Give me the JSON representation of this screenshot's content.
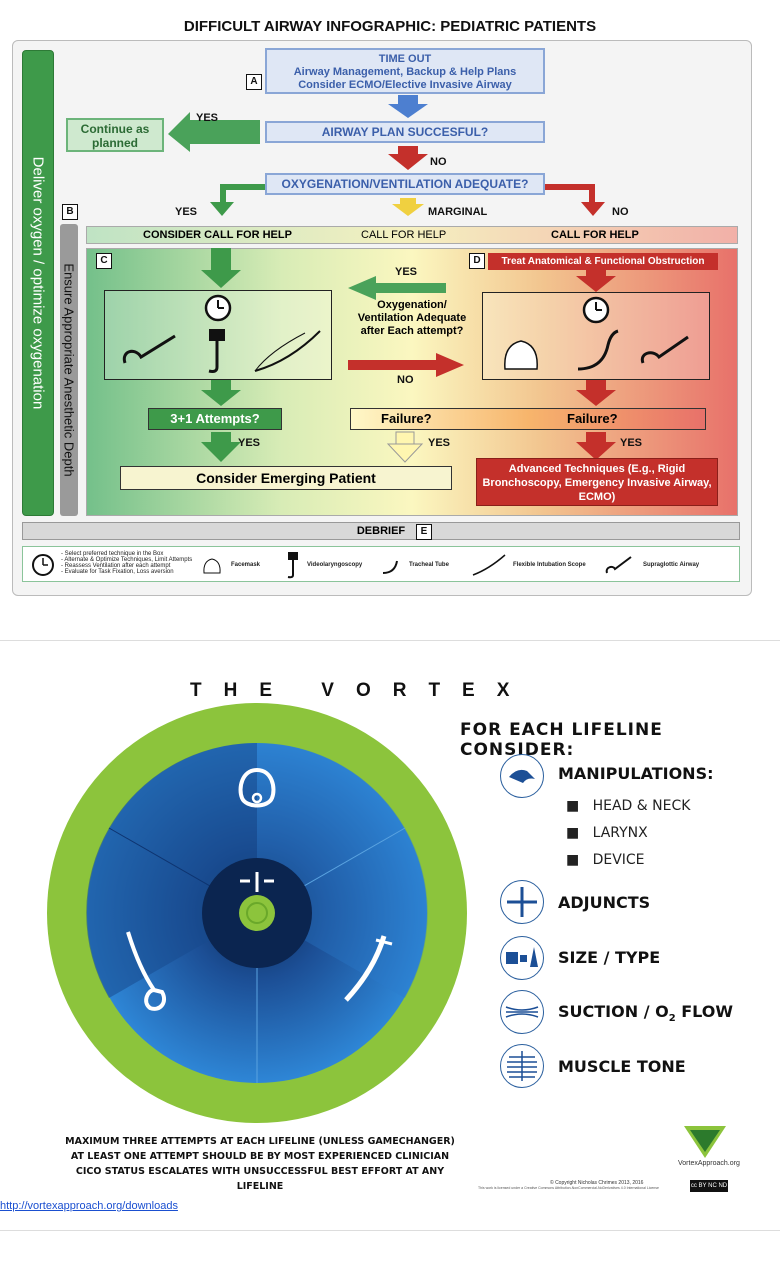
{
  "top": {
    "title": "DIFFICULT AIRWAY INFOGRAPHIC: PEDIATRIC PATIENTS",
    "left_bar": "Deliver oxygen  / optimize oxygenation",
    "depth_bar": "Ensure Appropriate Anesthetic Depth",
    "timeout": {
      "line1": "TIME OUT",
      "line2": "Airway Management, Backup & Help Plans",
      "line3": "Consider ECMO/Elective Invasive Airway"
    },
    "box_a": "A",
    "box_b": "B",
    "box_c": "C",
    "box_d": "D",
    "box_e": "E",
    "yes": "YES",
    "no": "NO",
    "marginal": "MARGINAL",
    "continue": "Continue as planned",
    "plan_success": "AIRWAY PLAN SUCCESFUL?",
    "oxy_adequate": "OXYGENATION/VENTILATION ADEQUATE?",
    "consider_call": "CONSIDER CALL FOR HELP",
    "call_help": "CALL FOR HELP",
    "call_help2": "CALL FOR HELP",
    "treat": "Treat Anatomical & Functional Obstruction",
    "middle_q": "Oxygenation/ Ventilation Adequate after Each attempt?",
    "attempts": "3+1 Attempts?",
    "failure1": "Failure?",
    "failure2": "Failure?",
    "emerging": "Consider Emerging Patient",
    "advanced": "Advanced Techniques (E.g., Rigid Bronchoscopy, Emergency Invasive Airway, ECMO)",
    "debrief": "DEBRIEF",
    "legend": {
      "clock_lines": [
        "- Select preferred technique in the Box",
        "- Alternate & Optimize Techniques, Limit Attempts",
        "- Reassess Ventilation after each attempt",
        "- Evaluate for Task Fixation, Loss aversion"
      ],
      "facemask": "Facemask",
      "video": "Videolaryngoscopy",
      "tracheal": "Tracheal Tube",
      "flexible": "Flexible Intubation Scope",
      "supraglottic": "Supraglottic Airway"
    }
  },
  "vortex": {
    "title": "THE VORTEX",
    "consider": "FOR EACH LIFELINE CONSIDER:",
    "manipulations": "MANIPULATIONS:",
    "sub": [
      "HEAD & NECK",
      "LARYNX",
      "DEVICE"
    ],
    "adjuncts": "ADJUNCTS",
    "size": "SIZE / TYPE",
    "suction": "SUCTION / O",
    "suction_sub": "2",
    "suction_end": " FLOW",
    "muscle": "MUSCLE TONE",
    "notes": [
      "MAXIMUM THREE ATTEMPTS AT EACH LIFELINE (UNLESS GAMECHANGER)",
      "AT LEAST ONE ATTEMPT SHOULD BE BY MOST EXPERIENCED CLINICIAN",
      "CICO STATUS ESCALATES WITH UNSUCCESSFUL BEST EFFORT AT ANY LIFELINE"
    ],
    "logo_text": "VortexApproach.org",
    "copyright": "© Copyright Nicholas Chrimes 2013, 2016",
    "license": "This work is licensed under a Creative Commons Attribution-NonCommercial-NoDerivatives 4.0 International License",
    "cc_badge": "cc BY NC ND"
  },
  "link": "http://vortexapproach.org/downloads",
  "colors": {
    "green": "#3e9a4a",
    "blue": "#2a5f9e",
    "red": "#c4302b"
  }
}
